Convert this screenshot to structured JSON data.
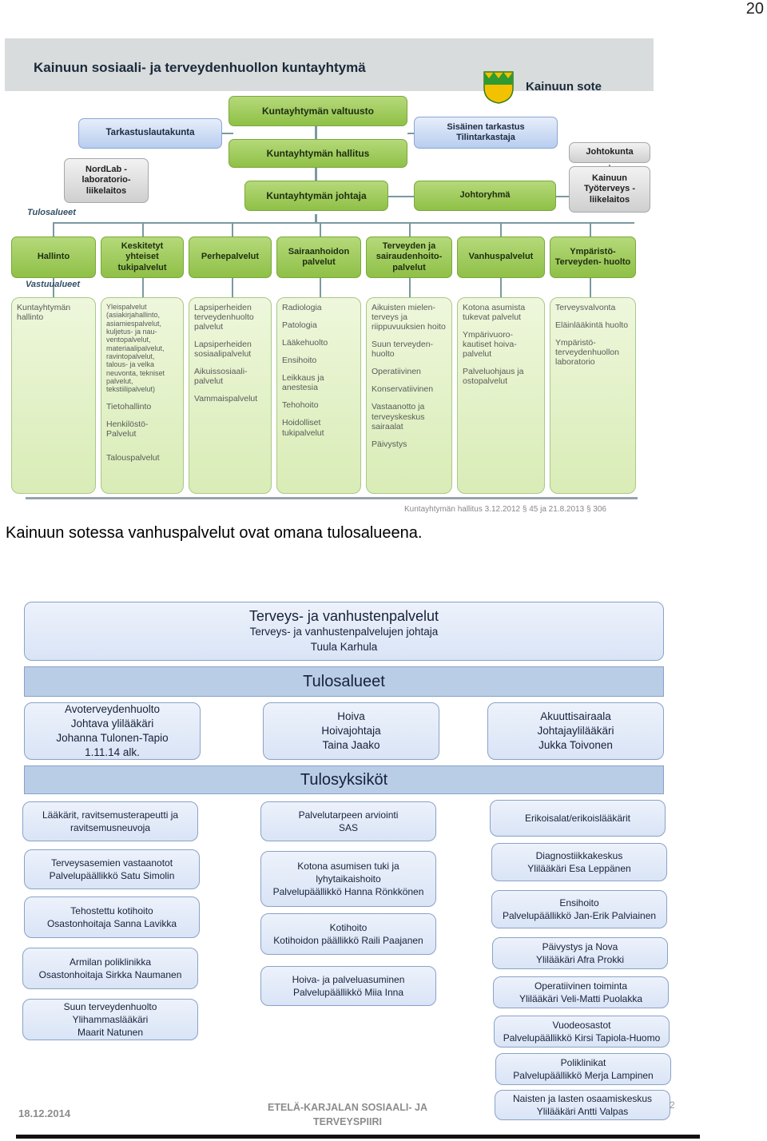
{
  "page_number": "20",
  "figure1": {
    "title": "Kainuun sosiaali- ja terveydenhuollon kuntayhtymä",
    "logo_text": "Kainuun sote",
    "governance": {
      "valtuusto": "Kuntayhtymän valtuusto",
      "hallitus": "Kuntayhtymän hallitus",
      "johtaja": "Kuntayhtymän johtaja",
      "tarkastuslautakunta": "Tarkastuslautakunta",
      "nordlab": "NordLab -laboratorio- liikelaitos",
      "sisainen": "Sisäinen tarkastus",
      "tilintarkastaja": "Tilintarkastaja",
      "johtokunta": "Johtokunta",
      "tyoterveys": "Kainuun Työterveys -liikelaitos",
      "johtoryhma": "Johtoryhmä"
    },
    "tulosalueet_label": "Tulosalueet",
    "vastuualueet_label": "Vastuualueet",
    "tulosalueet": [
      "Hallinto",
      "Keskitetyt yhteiset tukipalvelut",
      "Perhepalvelut",
      "Sairaanhoidon palvelut",
      "Terveyden ja sairaudenhoito- palvelut",
      "Vanhuspalvelut",
      "Ympäristö- Terveyden- huolto"
    ],
    "vastuualueet": [
      [
        "Kuntayhtymän hallinto"
      ],
      [
        "Yleispalvelut (asiakirjahallinto, asiamiespalvelut, kuljetus- ja nau- ventopalvelut, materiaalipalvelut, ravintopalvelut, talous- ja velka neuvonta, tekniset palvelut, tekstiilipalvelut)",
        "Tietohallinto",
        "Henkilöstö- Palvelut",
        "Talouspalvelut"
      ],
      [
        "Lapsiperheiden terveydenhuolto palvelut",
        "Lapsiperheiden sosiaalipalvelut",
        "Aikuissosiaali- palvelut",
        "Vammaispalvelut"
      ],
      [
        "Radiologia",
        "Patologia",
        "Lääkehuolto",
        "Ensihoito",
        "Leikkaus ja anestesia",
        "Tehohoito",
        "Hoidolliset tukipalvelut"
      ],
      [
        "Aikuisten mielen- terveys ja riippuvuuksien hoito",
        "Suun terveyden- huolto",
        "Operatiivinen",
        "Konservatiivinen",
        "Vastaanotto ja terveyskeskus sairaalat",
        "Päivystys"
      ],
      [
        "Kotona asumista tukevat palvelut",
        "Ympärivuoro- kautiset hoiva- palvelut",
        "Palveluohjaus ja ostopalvelut"
      ],
      [
        "Terveysvalvonta",
        "Eläinlääkintä huolto",
        "Ympäristö- terveydenhuollon laboratorio"
      ]
    ],
    "footnote": "Kuntayhtymän hallitus 3.12.2012 § 45 ja 21.8.2013 § 306"
  },
  "caption": "Kainuun sotessa vanhuspalvelut ovat omana tulosalueena.",
  "figure2": {
    "top": {
      "title": "Terveys- ja vanhustenpalvelut",
      "role": "Terveys- ja vanhustenpalvelujen johtaja",
      "name": "Tuula Karhula"
    },
    "tulosalueet_band": "Tulosalueet",
    "tulosyksikot_band": "Tulosyksiköt",
    "areas": [
      {
        "lines": [
          "Avoterveydenhuolto",
          "Johtava ylilääkäri",
          "Johanna Tulonen-Tapio",
          "1.11.14 alk."
        ]
      },
      {
        "lines": [
          "Hoiva",
          "Hoivajohtaja",
          "Taina Jaako"
        ]
      },
      {
        "lines": [
          "Akuuttisairaala",
          "Johtajaylilääkäri",
          "Jukka Toivonen"
        ]
      }
    ],
    "units_left": [
      [
        "Lääkärit, ravitsemusterapeutti ja",
        "ravitsemusneuvoja"
      ],
      [
        "Terveysasemien vastaanotot",
        "Palvelupäällikkö Satu Simolin"
      ],
      [
        "Tehostettu kotihoito",
        "Osastonhoitaja Sanna Lavikka"
      ],
      [
        "Armilan poliklinikka",
        "Osastonhoitaja Sirkka Naumanen"
      ],
      [
        "Suun terveydenhuolto",
        "Ylihammaslääkäri",
        "Maarit Natunen"
      ]
    ],
    "units_mid": [
      [
        "Palvelutarpeen arviointi",
        "SAS"
      ],
      [
        "Kotona asumisen tuki ja",
        "lyhytaikaishoito",
        "Palvelupäällikkö Hanna Rönkkönen"
      ],
      [
        "Kotihoito",
        "Kotihoidon päällikkö Raili Paajanen"
      ],
      [
        "Hoiva- ja palveluasuminen",
        "Palvelupäällikkö Miia Inna"
      ]
    ],
    "units_right": [
      [
        "Erikoisalat/erikoislääkärit"
      ],
      [
        "Diagnostiikkakeskus",
        "Ylilääkäri Esa Leppänen"
      ],
      [
        "Ensihoito",
        "Palvelupäällikkö Jan-Erik Palviainen"
      ],
      [
        "Päivystys ja Nova",
        "Ylilääkäri Afra Prokki"
      ],
      [
        "Operatiivinen toiminta",
        "Ylilääkäri Veli-Matti Puolakka"
      ],
      [
        "Vuodeosastot",
        "Palvelupäällikkö Kirsi Tapiola-Huomo"
      ],
      [
        "Poliklinikat",
        "Palvelupäällikkö Merja Lampinen"
      ],
      [
        "Naisten ja lasten osaamiskeskus",
        "Ylilääkäri Antti Valpas"
      ]
    ],
    "footer_date": "18.12.2014",
    "footer_org": [
      "ETELÄ-KARJALAN SOSIAALI- JA",
      "TERVEYSPIIRI"
    ],
    "slide_number": "2"
  }
}
